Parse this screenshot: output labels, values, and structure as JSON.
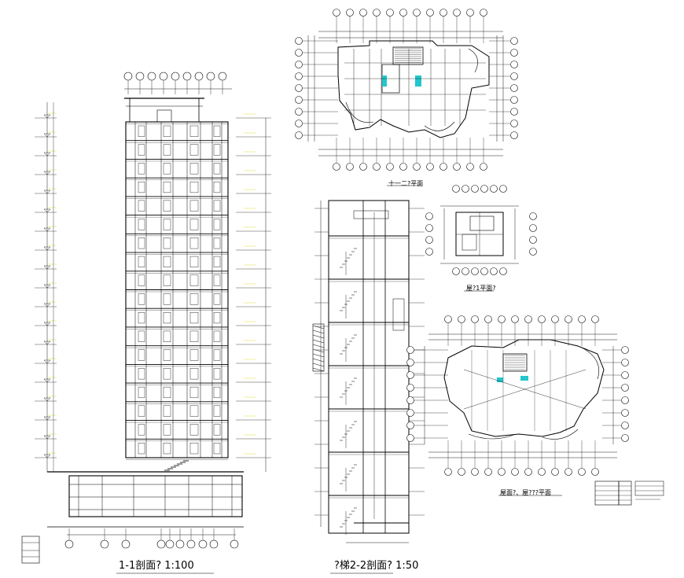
{
  "drawing": {
    "captions": {
      "section_1": "1-1剖面? 1:100",
      "section_2": "?梯2-2剖面? 1:50",
      "plan_typical": "十一二?平面",
      "plan_small": "屋?1平面?",
      "plan_roof": "屋面?、屋???平面"
    },
    "colors": {
      "line": "#000000",
      "dim": "#1a1a1a",
      "accent_cyan": "#22c6cc",
      "accent_yellow": "#d6d600"
    },
    "building": {
      "floors": 18
    }
  }
}
